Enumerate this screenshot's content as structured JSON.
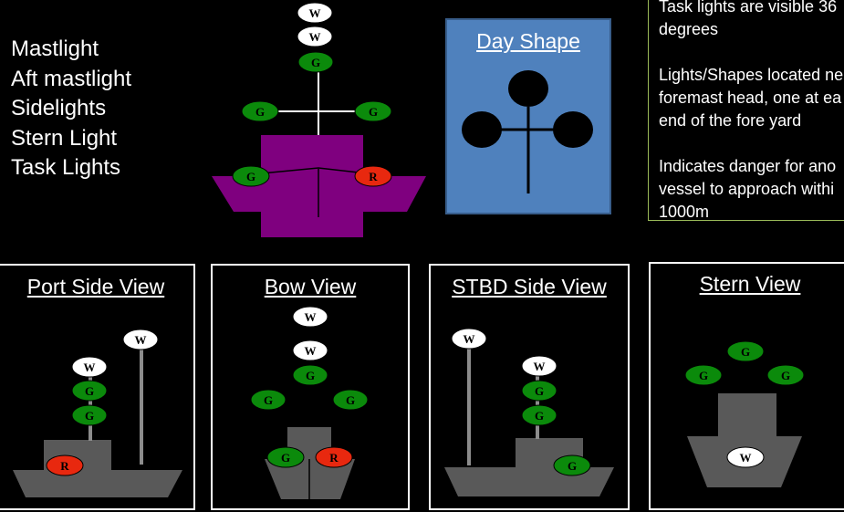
{
  "legend": [
    "Mastlight",
    "Aft mastlight",
    "Sidelights",
    "Stern Light",
    "Task Lights"
  ],
  "day_shape": {
    "title": "Day Shape"
  },
  "info": {
    "lines": [
      "Task lights are visible 36",
      "degrees",
      "Lights/Shapes located ne",
      "foremast head, one at ea",
      "end of the fore yard",
      "Indicates danger for ano",
      "vessel to approach withi",
      "1000m"
    ]
  },
  "panels": {
    "port": {
      "title": "Port Side View"
    },
    "bow": {
      "title": "Bow View"
    },
    "stbd": {
      "title": "STBD Side View"
    },
    "stern": {
      "title": "Stern View"
    }
  },
  "light_letters": {
    "white": "W",
    "green": "G",
    "red": "R"
  },
  "colors": {
    "white": "#ffffff",
    "green": "#0b8a0b",
    "red": "#e8280f",
    "hull": "#595959",
    "top_hull": "#7f007f",
    "day_box": "#4f81bd",
    "info_border": "#9bbb59"
  }
}
